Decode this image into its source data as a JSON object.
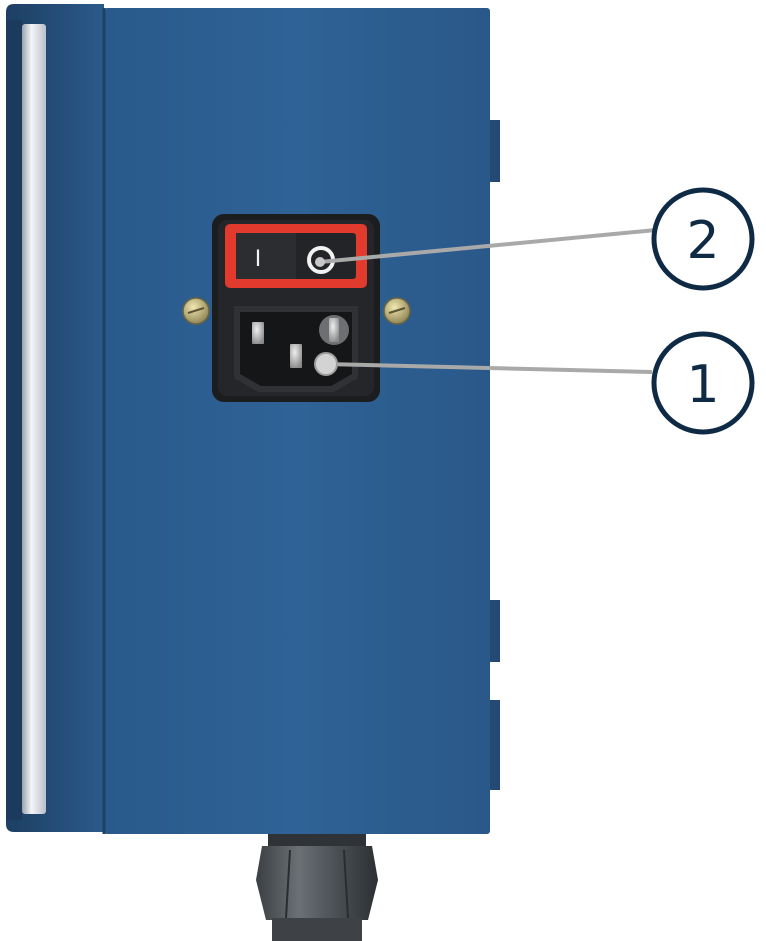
{
  "device": {
    "body_color": "#2d5f92",
    "switch_frame_color": "#e23b2e"
  },
  "power_switch": {
    "on_mark": "I",
    "off_mark": "O"
  },
  "callouts": [
    {
      "number": "2",
      "target": "power-switch"
    },
    {
      "number": "1",
      "target": "power-inlet"
    }
  ]
}
